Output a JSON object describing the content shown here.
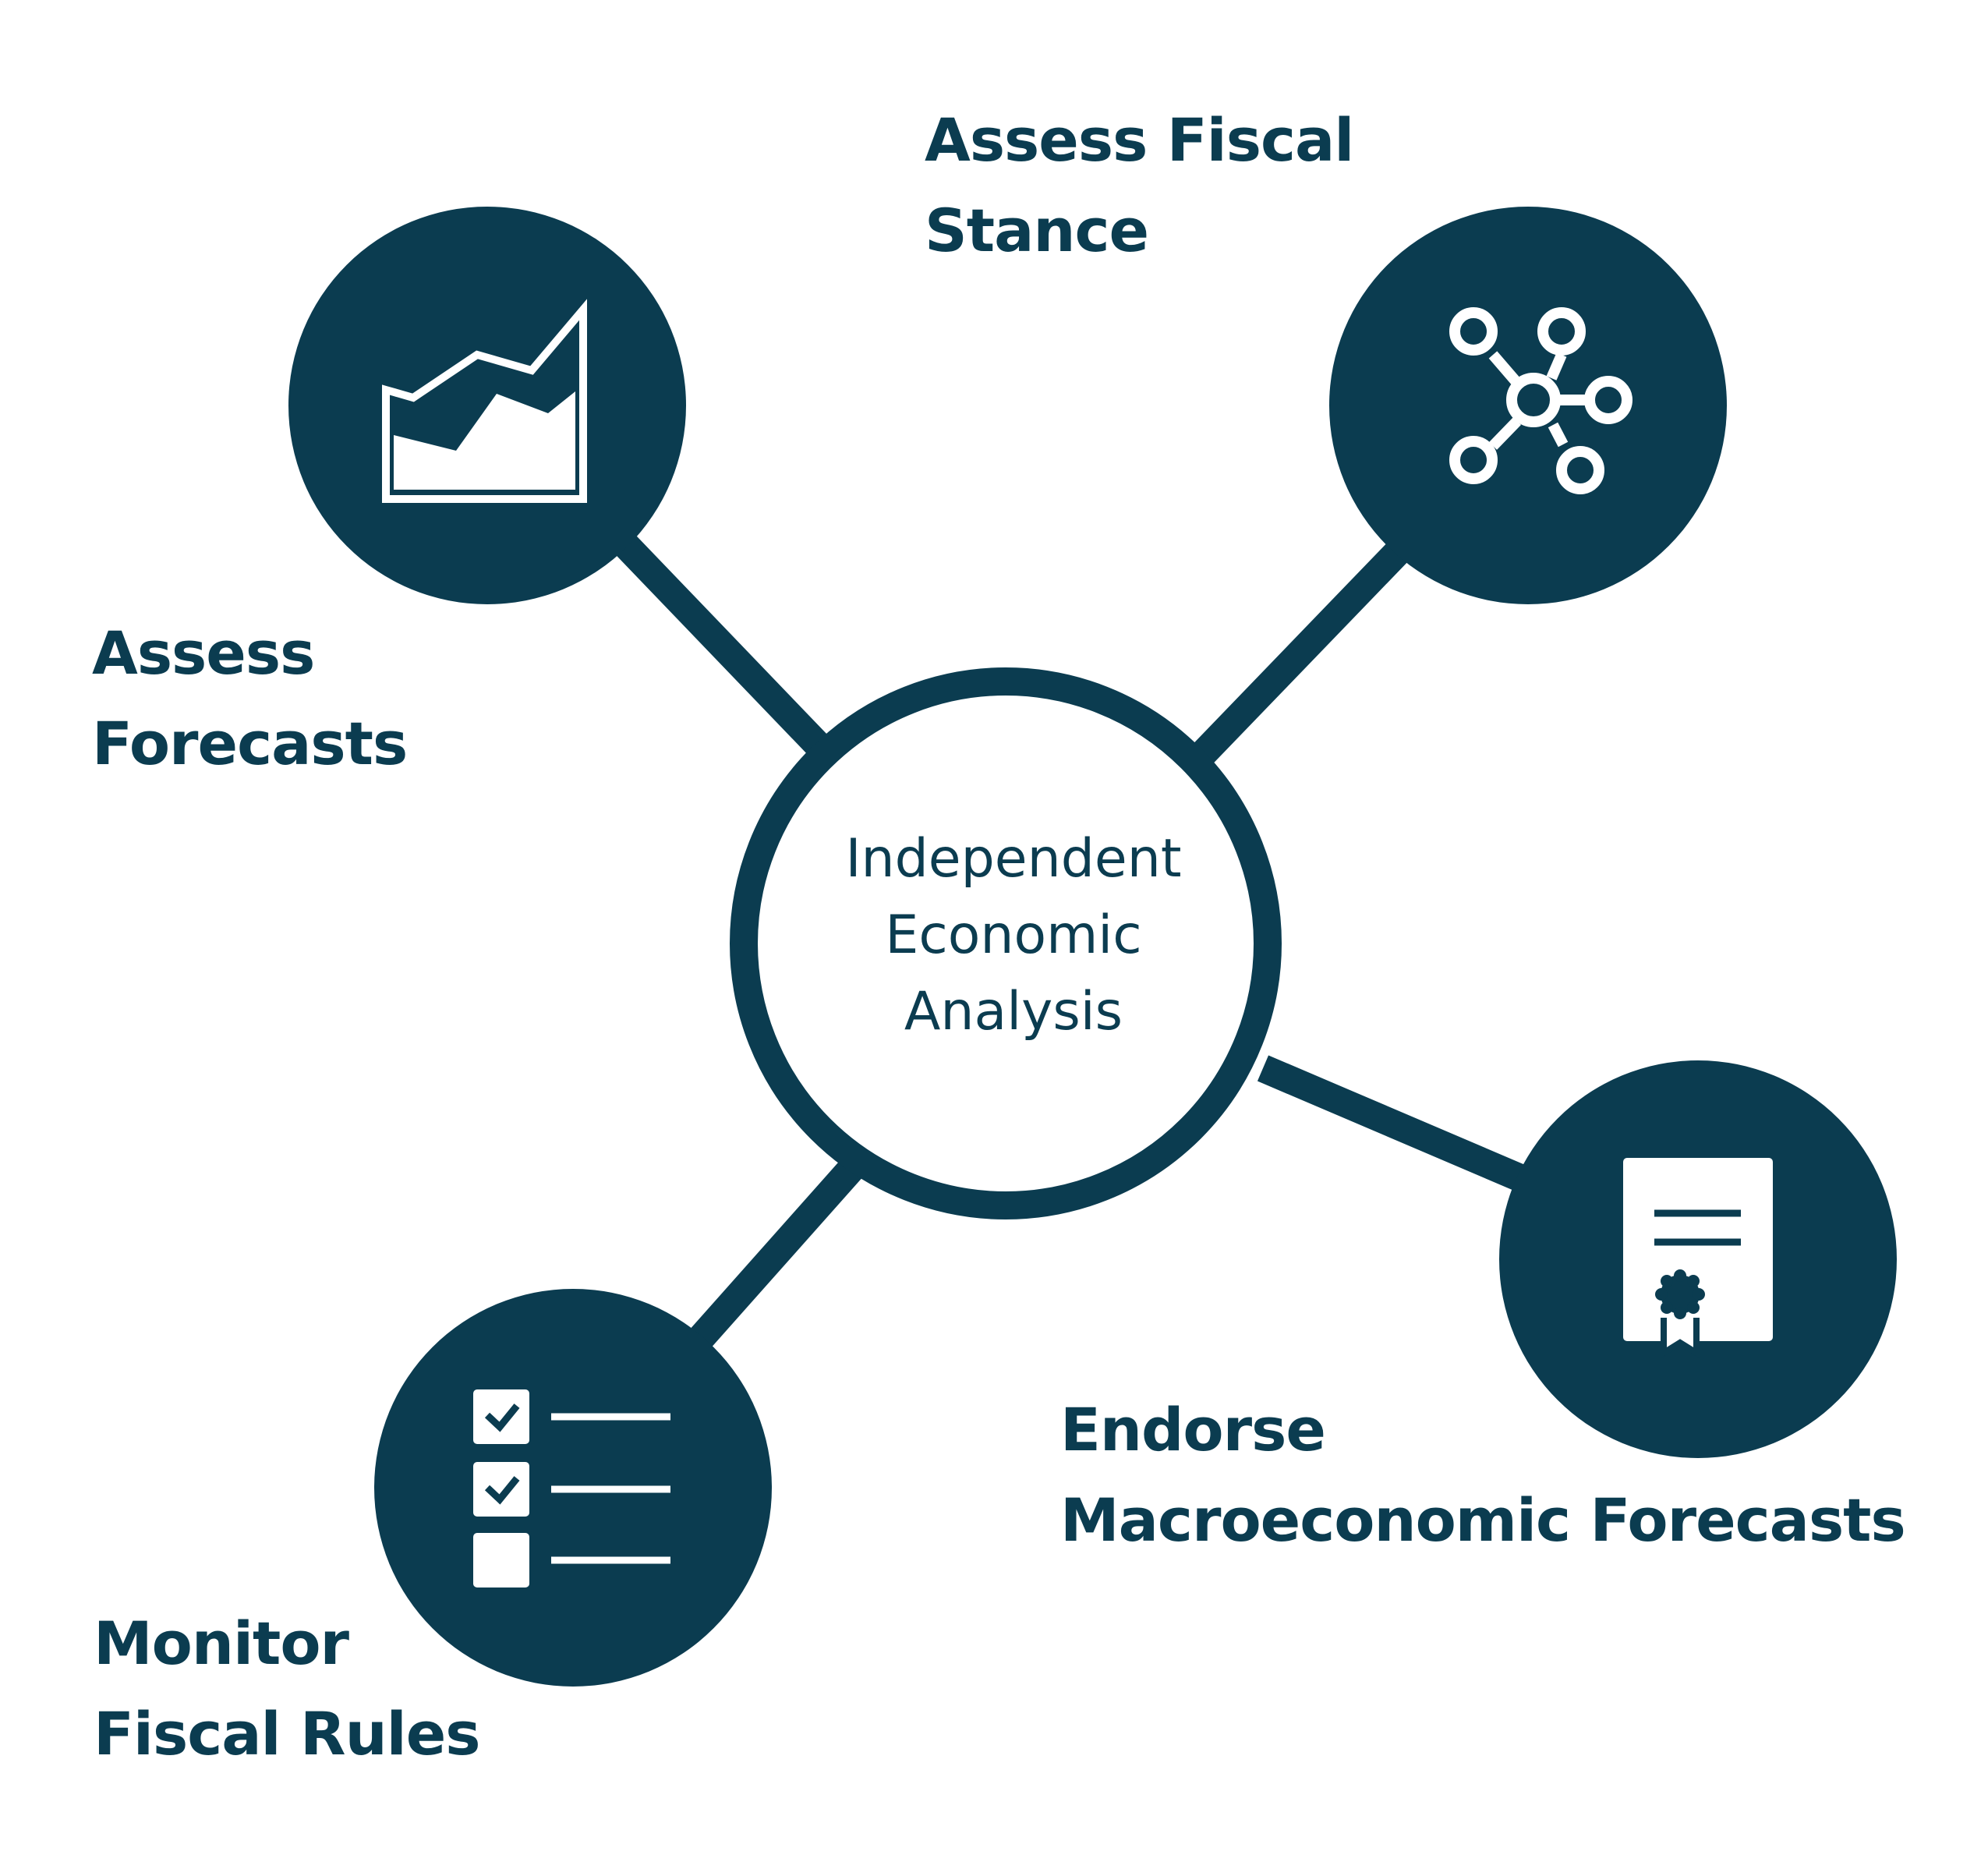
{
  "colors": {
    "primary": "#0b3c50",
    "background": "#ffffff",
    "icon": "#ffffff"
  },
  "center": {
    "lines": [
      "Independent",
      "Economic",
      "Analysis"
    ]
  },
  "nodes": {
    "assess_forecasts": {
      "lines": [
        "Assess",
        "Forecasts"
      ],
      "icon": "area-chart-icon"
    },
    "assess_fiscal_stance": {
      "lines": [
        "Assess Fiscal",
        "Stance"
      ],
      "icon": "network-icon"
    },
    "endorse_macro": {
      "lines": [
        "Endorse",
        "Macroeconomic Forecasts"
      ],
      "icon": "certificate-icon"
    },
    "monitor_fiscal_rules": {
      "lines": [
        "Monitor",
        "Fiscal Rules"
      ],
      "icon": "checklist-icon"
    }
  }
}
